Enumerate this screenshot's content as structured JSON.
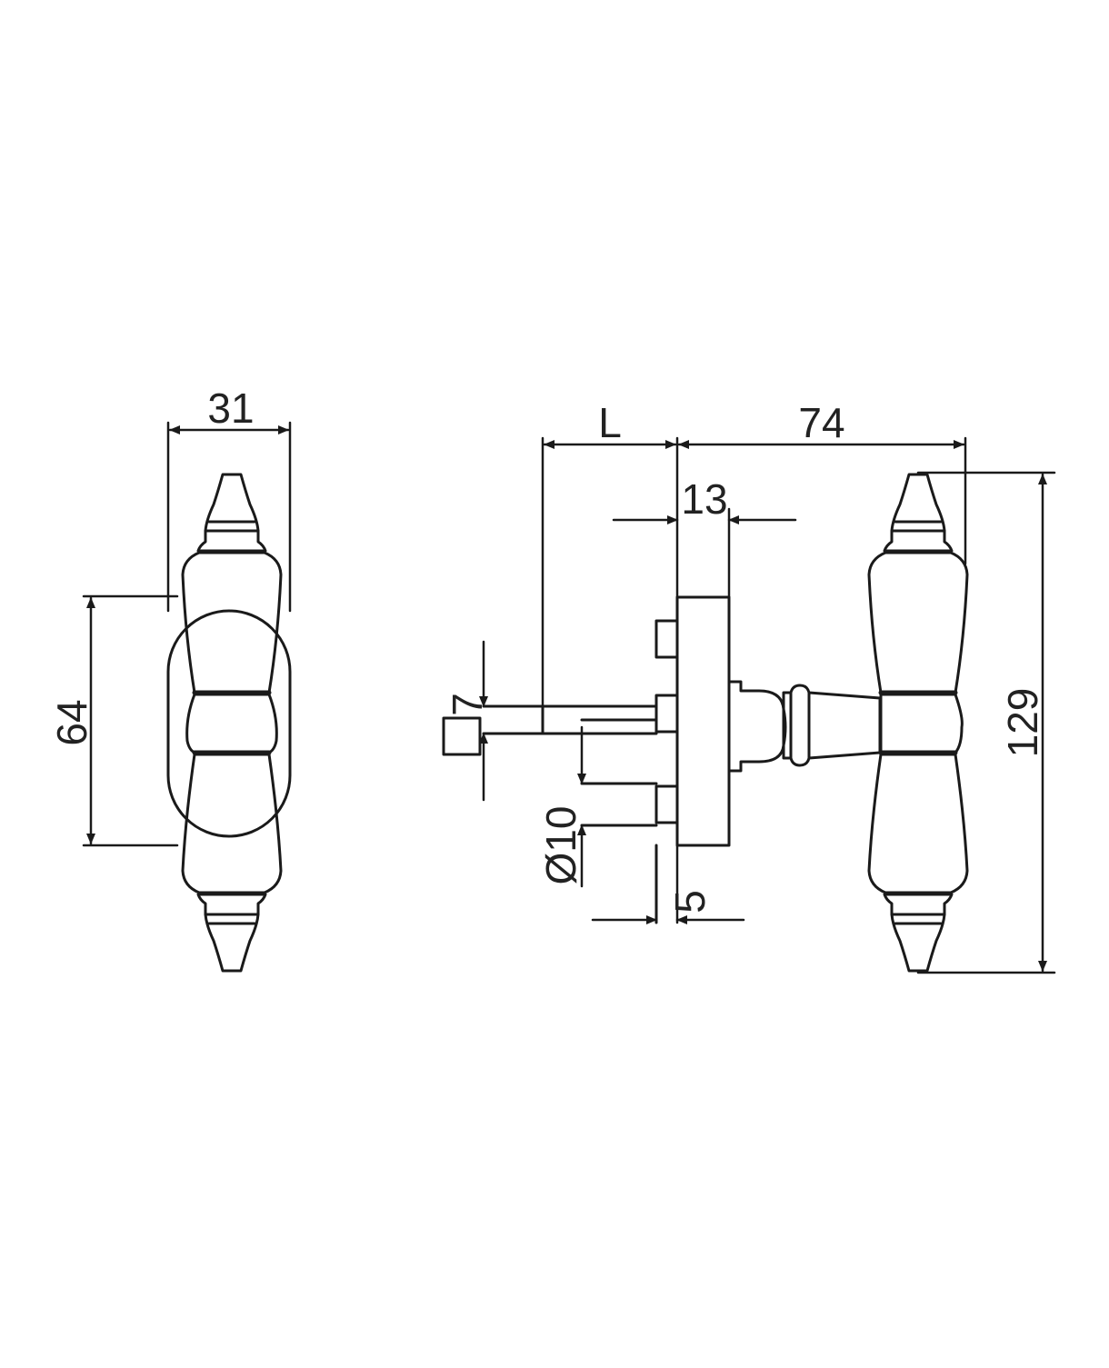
{
  "diagram": {
    "type": "technical-drawing",
    "subject": "window-handle",
    "views": [
      "front",
      "side"
    ],
    "colors": {
      "line": "#1a1a1a",
      "background": "#ffffff",
      "text": "#222222"
    }
  },
  "dimensions": {
    "rose_width": "31",
    "rose_height": "64",
    "spindle_length": "L",
    "handle_reach": "74",
    "handle_length": "129",
    "rose_depth": "13",
    "spindle_square": "7",
    "screw_diameter": "Ø10",
    "screw_offset": "5"
  }
}
